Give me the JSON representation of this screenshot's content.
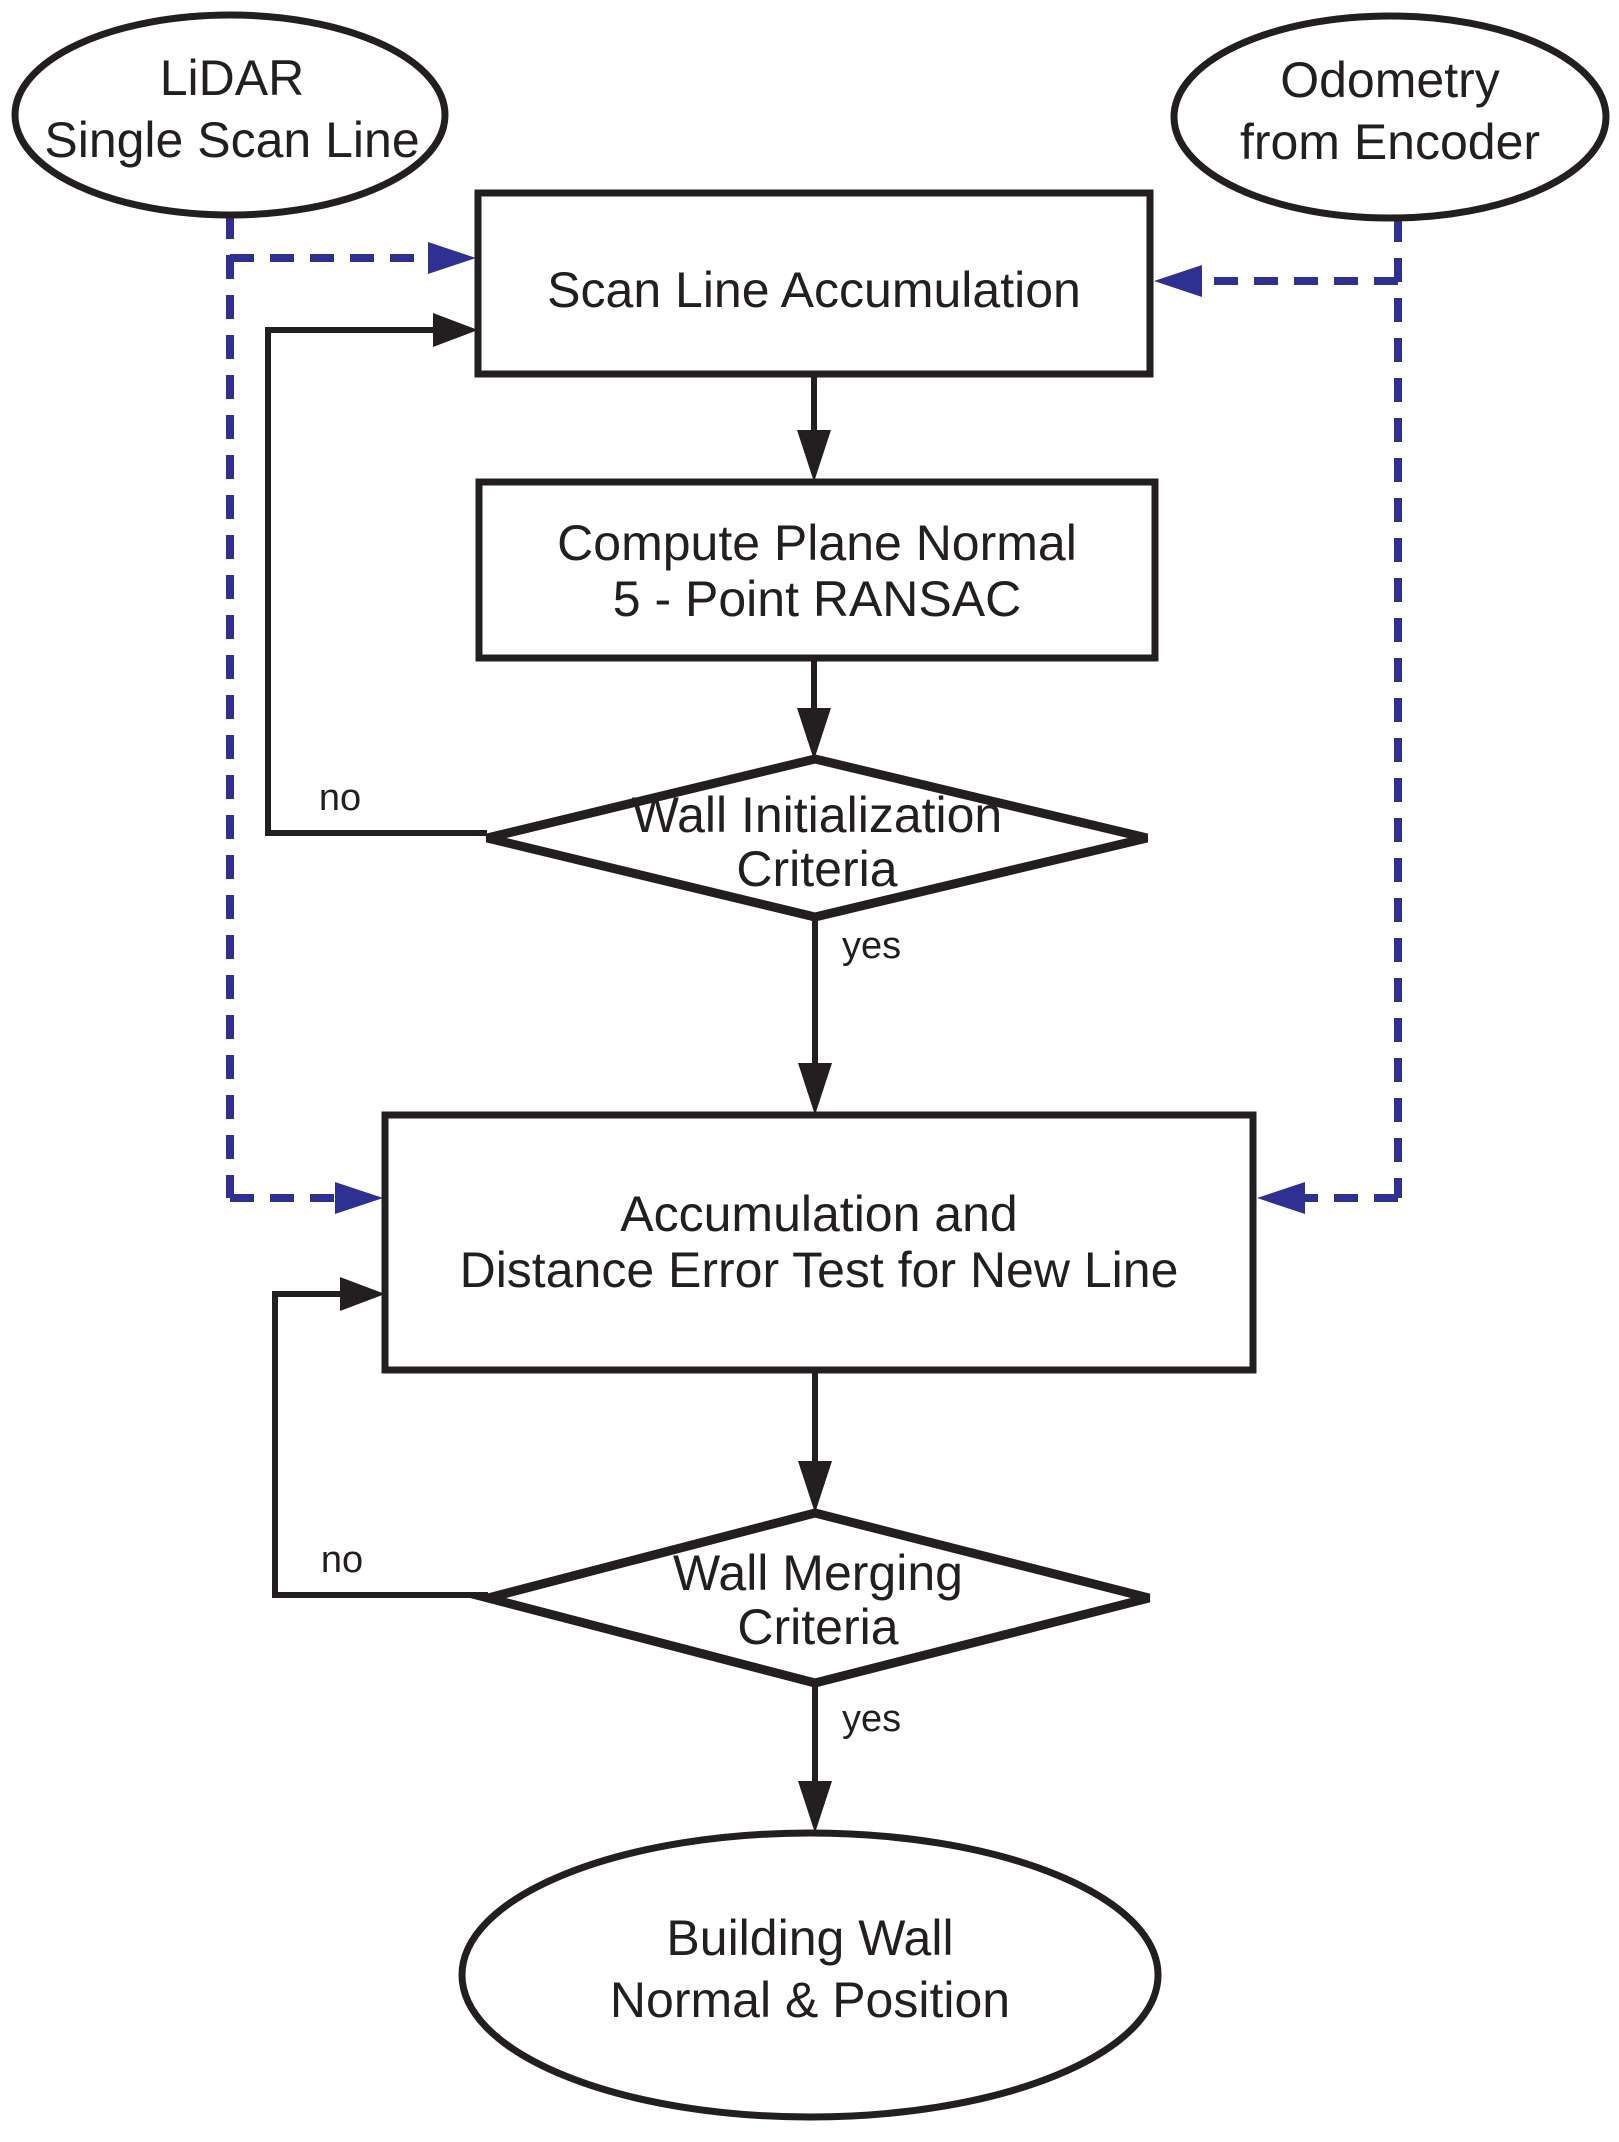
{
  "colors": {
    "stroke": "#231f20",
    "dashed_edge": "#2e3192",
    "background": "#ffffff"
  },
  "nodes": {
    "lidar": {
      "type": "terminator",
      "line1": "LiDAR",
      "line2": "Single Scan Line"
    },
    "odometry": {
      "type": "terminator",
      "line1": "Odometry",
      "line2": "from Encoder"
    },
    "scan_line_accumulation": {
      "type": "process",
      "line1": "Scan Line Accumulation"
    },
    "compute_plane_normal": {
      "type": "process",
      "line1": "Compute Plane Normal",
      "line2": "5 - Point RANSAC"
    },
    "wall_initialization": {
      "type": "decision",
      "line1": "Wall Initialization",
      "line2": "Criteria"
    },
    "accumulation_distance_test": {
      "type": "process",
      "line1": "Accumulation and",
      "line2": "Distance Error Test for New Line"
    },
    "wall_merging": {
      "type": "decision",
      "line1": "Wall Merging",
      "line2": "Criteria"
    },
    "building_wall": {
      "type": "terminator",
      "line1": "Building Wall",
      "line2": "Normal & Position"
    }
  },
  "edge_labels": {
    "wall_initialization_no": "no",
    "wall_initialization_yes": "yes",
    "wall_merging_no": "no",
    "wall_merging_yes": "yes"
  }
}
